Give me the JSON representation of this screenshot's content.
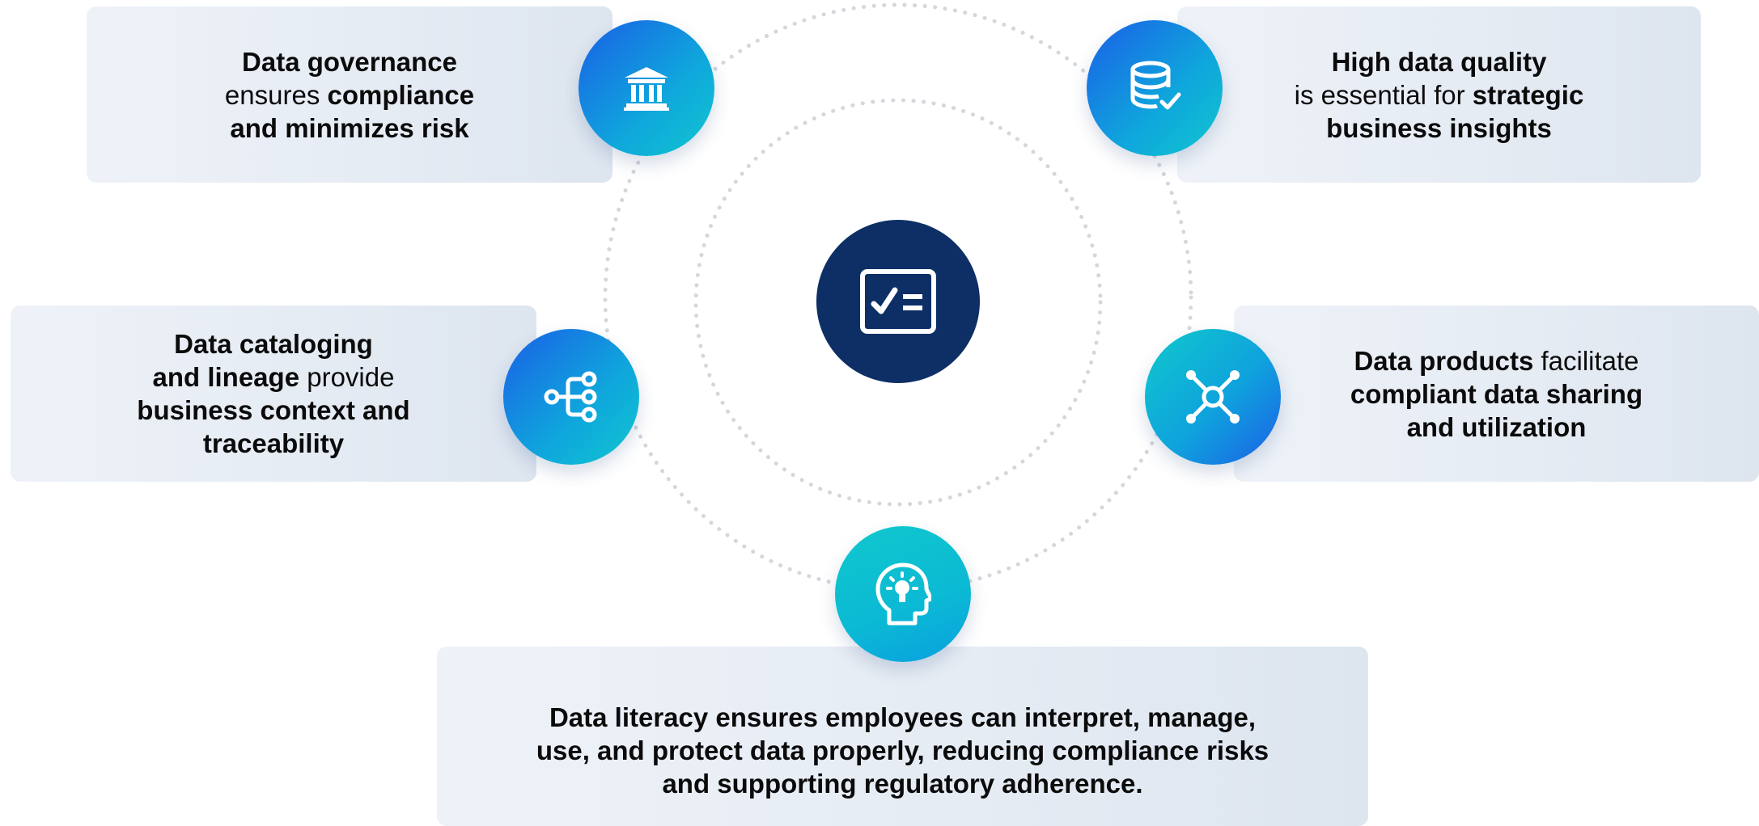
{
  "colors": {
    "hub": "#0d2f66",
    "node_gradient_start": "#1a5fe6",
    "node_gradient_end": "#10c6cf",
    "card_background": "#e8edf5",
    "ring_dots": "#d5d8dd"
  },
  "hub": {
    "icon": "checklist-icon"
  },
  "cards": {
    "governance": {
      "icon": "bank-building-icon",
      "l1_b": "Data governance",
      "l2_n": "ensures ",
      "l2_b": "compliance",
      "l3_b": "and minimizes risk"
    },
    "quality": {
      "icon": "database-check-icon",
      "l1_b": "High data quality",
      "l2_n": "is essential for ",
      "l2_b": "strategic",
      "l3_b": "business insights"
    },
    "cataloging": {
      "icon": "lineage-tree-icon",
      "l1_b": "Data cataloging",
      "l2_b": "and lineage",
      "l2_n": " provide",
      "l3_b": "business context and",
      "l4_b": "traceability"
    },
    "products": {
      "icon": "network-hub-icon",
      "l1_b": "Data products",
      "l1_n": " facilitate",
      "l2_b": "compliant data sharing",
      "l3_b": "and utilization"
    },
    "literacy": {
      "icon": "head-lightbulb-icon",
      "l1_b": "Data literacy ensures employees can interpret, manage,",
      "l2_b": "use, and protect data properly, reducing compliance risks",
      "l3_b": "and supporting regulatory adherence."
    }
  }
}
